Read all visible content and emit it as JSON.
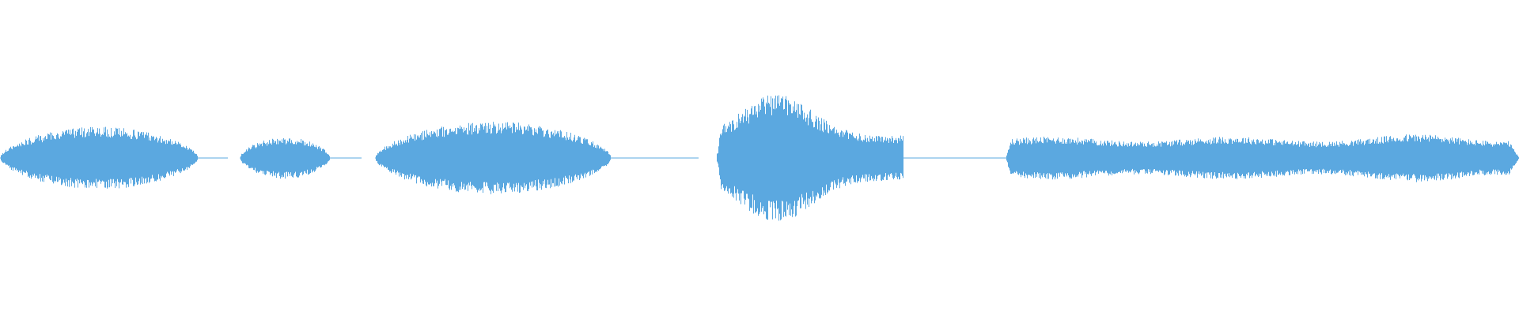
{
  "waveform": {
    "color": "#5ba8e0",
    "segments": [
      {
        "type": "sound",
        "start": 0.0,
        "end": 0.13,
        "peak": 0.18,
        "profile": "swell"
      },
      {
        "type": "flat",
        "start": 0.13,
        "end": 0.15
      },
      {
        "type": "silence",
        "start": 0.15,
        "end": 0.158
      },
      {
        "type": "sound",
        "start": 0.158,
        "end": 0.217,
        "peak": 0.12,
        "profile": "swell"
      },
      {
        "type": "flat",
        "start": 0.217,
        "end": 0.238
      },
      {
        "type": "silence",
        "start": 0.238,
        "end": 0.247
      },
      {
        "type": "sound",
        "start": 0.247,
        "end": 0.402,
        "peak": 0.21,
        "profile": "swell"
      },
      {
        "type": "flat",
        "start": 0.402,
        "end": 0.46
      },
      {
        "type": "silence",
        "start": 0.46,
        "end": 0.472
      },
      {
        "type": "sound",
        "start": 0.472,
        "end": 0.595,
        "peak": 0.37,
        "profile": "spike"
      },
      {
        "type": "flat",
        "start": 0.595,
        "end": 0.662
      },
      {
        "type": "sound",
        "start": 0.662,
        "end": 1.0,
        "peak": 0.14,
        "profile": "long"
      }
    ]
  }
}
